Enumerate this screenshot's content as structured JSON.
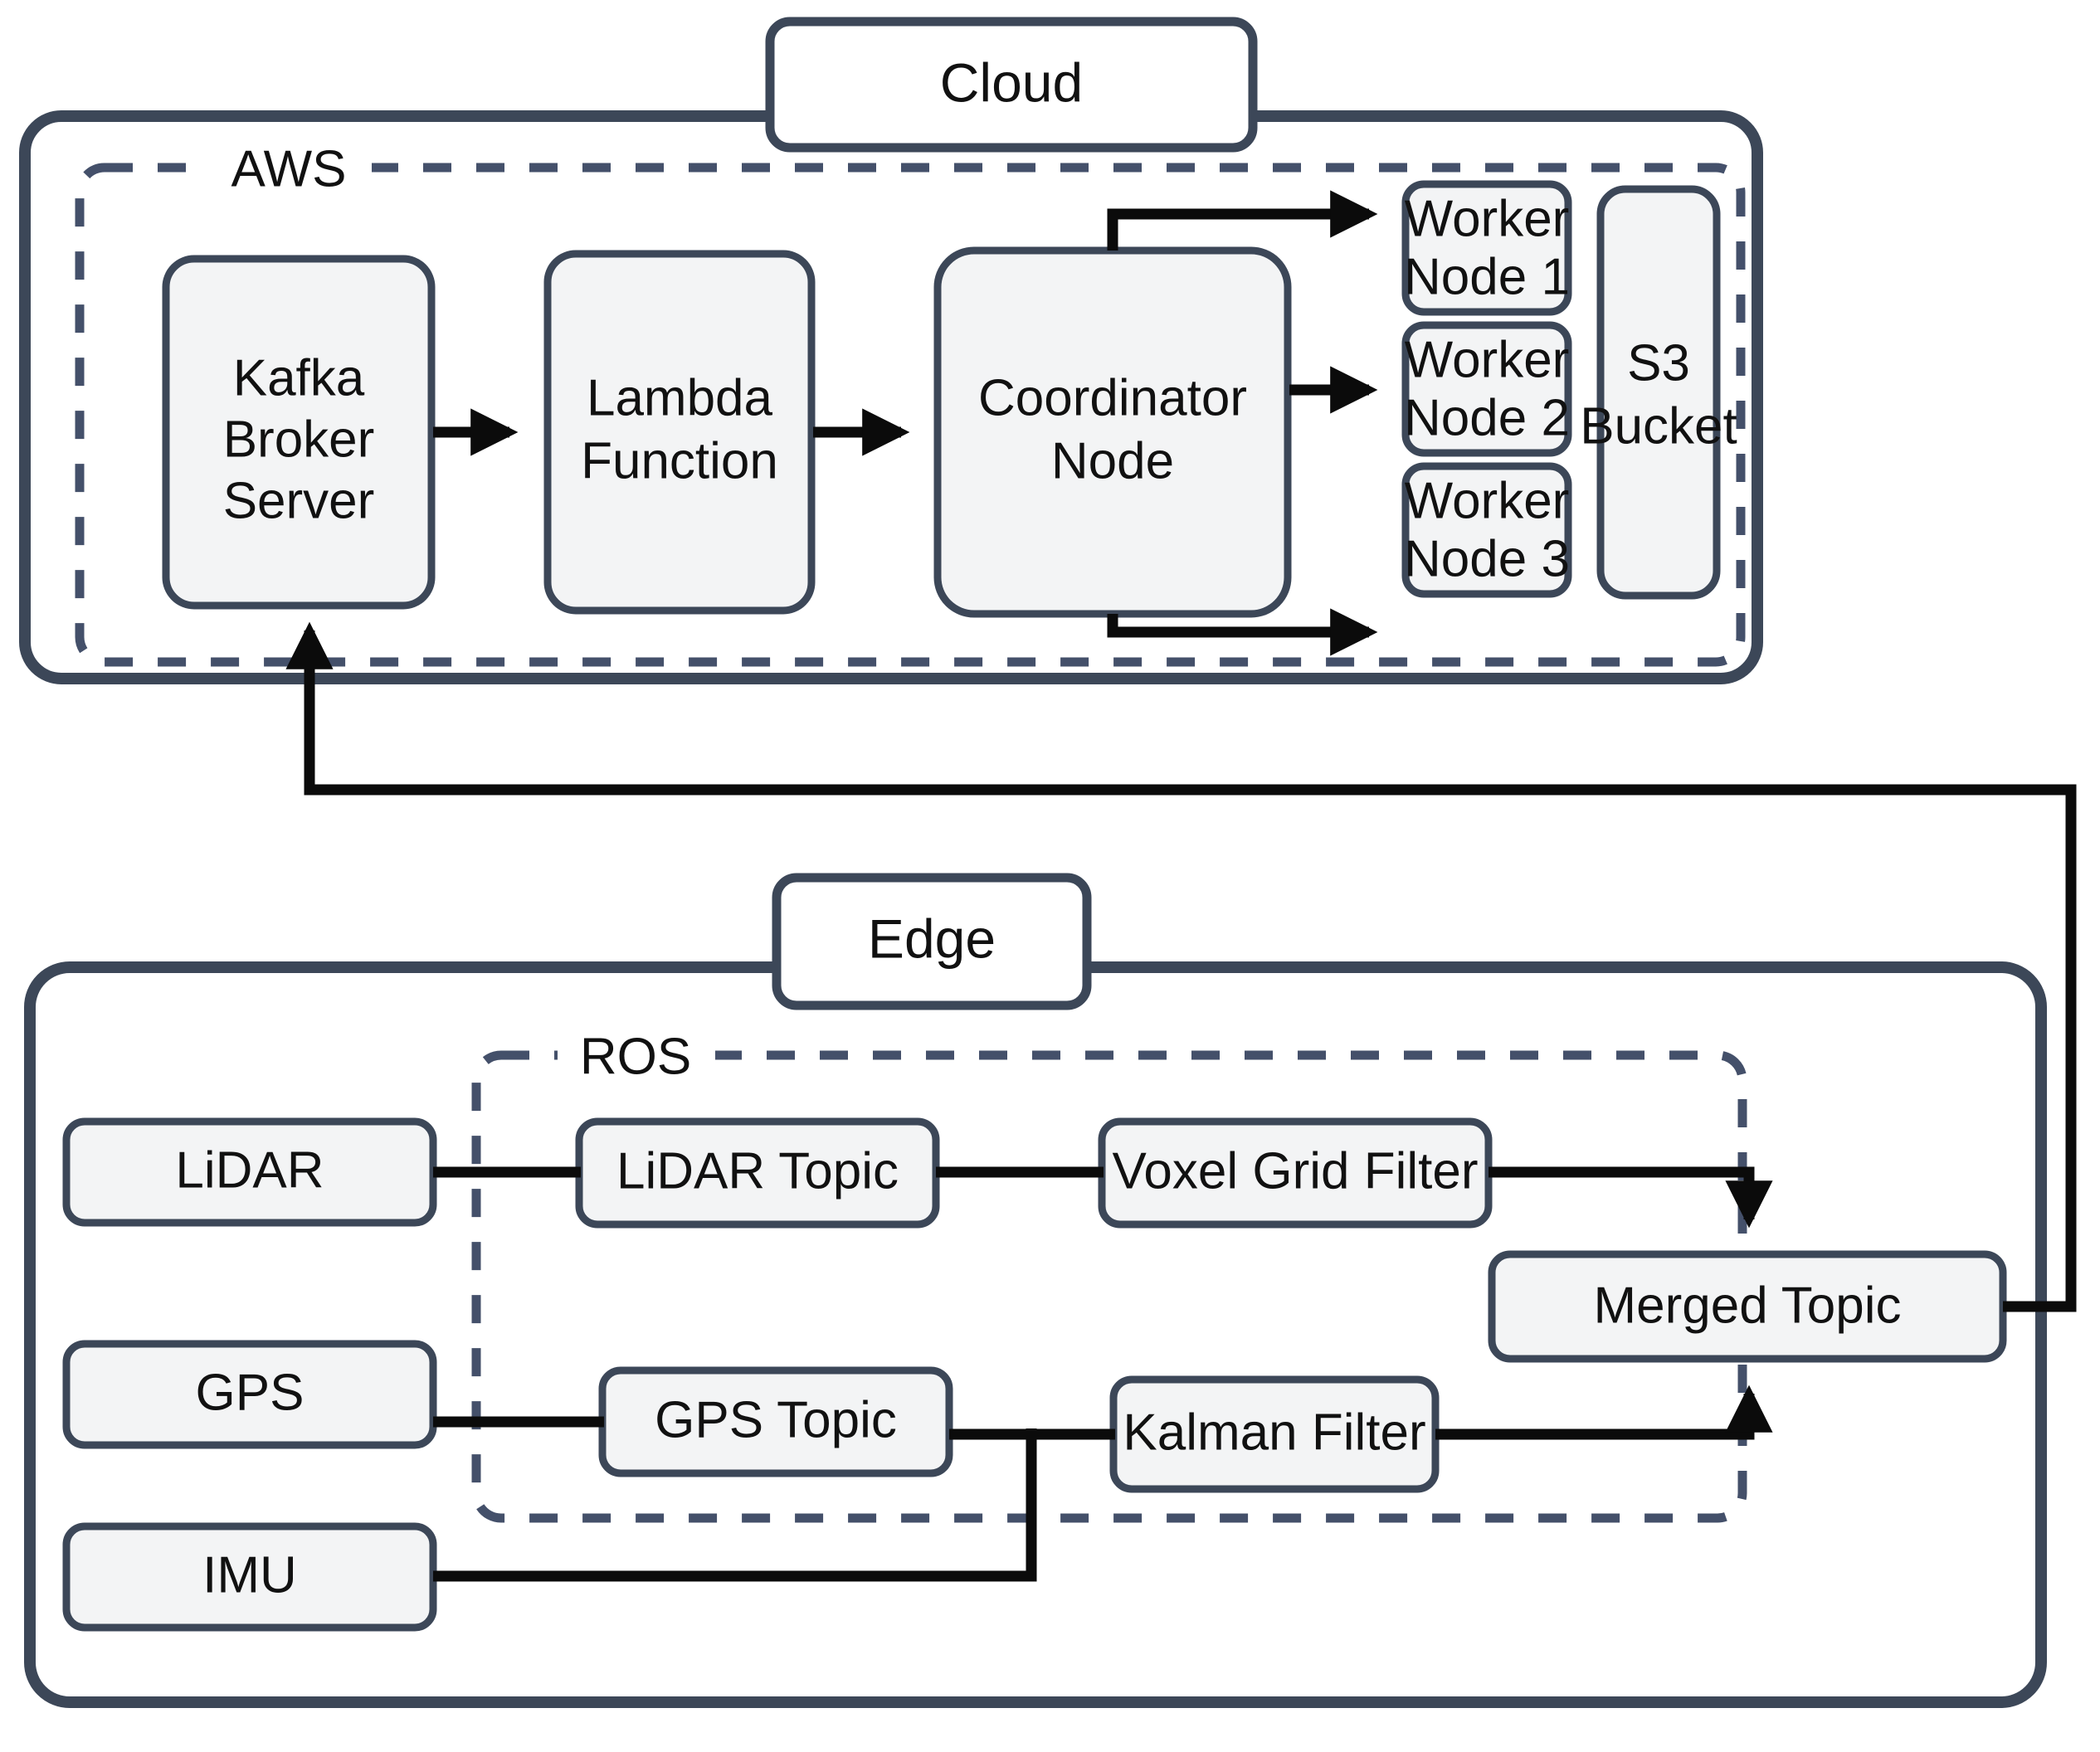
{
  "diagram": {
    "title": "Cloud and Edge architecture",
    "colors": {
      "outline": "#3c4758",
      "dashed": "#44506a",
      "node_fill": "#f3f4f5",
      "label_fill": "#ffffff",
      "arrow": "#0b0b0b",
      "background": "#ffffff"
    },
    "zones": [
      {
        "id": "cloud",
        "label": "Cloud"
      },
      {
        "id": "edge",
        "label": "Edge"
      }
    ],
    "groups": [
      {
        "id": "aws",
        "label": "AWS"
      },
      {
        "id": "ros",
        "label": "ROS"
      }
    ],
    "cloud_nodes": [
      {
        "id": "kafka",
        "lines": [
          "Kafka",
          "Broker",
          "Server"
        ]
      },
      {
        "id": "lambda",
        "lines": [
          "Lambda",
          "Function"
        ]
      },
      {
        "id": "coordinator",
        "lines": [
          "Coordinator",
          "Node"
        ]
      },
      {
        "id": "worker1",
        "lines": [
          "Worker",
          "Node 1"
        ]
      },
      {
        "id": "worker2",
        "lines": [
          "Worker",
          "Node 2"
        ]
      },
      {
        "id": "worker3",
        "lines": [
          "Worker",
          "Node 3"
        ]
      },
      {
        "id": "s3",
        "lines": [
          "S3",
          "Bucket"
        ]
      }
    ],
    "edge_nodes": [
      {
        "id": "lidar",
        "lines": [
          "LiDAR"
        ]
      },
      {
        "id": "gps",
        "lines": [
          "GPS"
        ]
      },
      {
        "id": "imu",
        "lines": [
          "IMU"
        ]
      },
      {
        "id": "lidar_topic",
        "lines": [
          "LiDAR Topic"
        ]
      },
      {
        "id": "gps_topic",
        "lines": [
          "GPS Topic"
        ]
      },
      {
        "id": "voxel",
        "lines": [
          "Voxel Grid Filter"
        ]
      },
      {
        "id": "kalman",
        "lines": [
          "Kalman Filter"
        ]
      },
      {
        "id": "merged",
        "lines": [
          "Merged Topic"
        ]
      }
    ],
    "connections": [
      {
        "from": "kafka",
        "to": "lambda",
        "arrow": true
      },
      {
        "from": "lambda",
        "to": "coordinator",
        "arrow": true
      },
      {
        "from": "coordinator",
        "to": "worker1",
        "arrow": true
      },
      {
        "from": "coordinator",
        "to": "worker2",
        "arrow": true
      },
      {
        "from": "coordinator",
        "to": "worker3",
        "arrow": true
      },
      {
        "from": "lidar",
        "to": "lidar_topic",
        "arrow": false
      },
      {
        "from": "lidar_topic",
        "to": "voxel",
        "arrow": false
      },
      {
        "from": "voxel",
        "to": "merged",
        "arrow": true
      },
      {
        "from": "gps",
        "to": "gps_topic",
        "arrow": false
      },
      {
        "from": "gps_topic",
        "to": "kalman",
        "arrow": false
      },
      {
        "from": "kalman",
        "to": "merged",
        "arrow": true
      },
      {
        "from": "imu",
        "to": "gps_topic",
        "arrow": false
      },
      {
        "from": "merged",
        "to": "kafka",
        "arrow": true
      }
    ]
  }
}
